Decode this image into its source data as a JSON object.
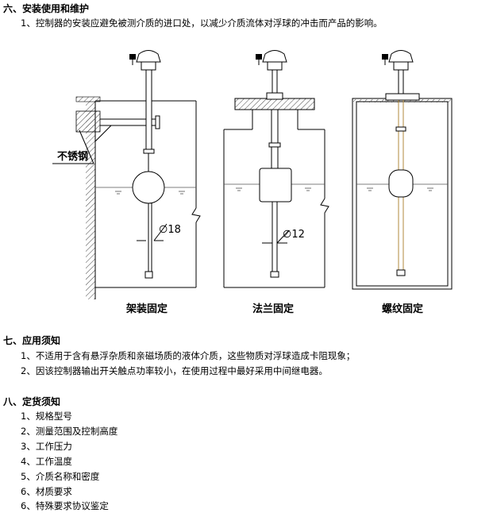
{
  "section6": {
    "title": "六、安装使用和维护",
    "items": [
      "1、控制器的安装应避免被测介质的进口处，以减少介质流体对浮球的冲击而产品的影响。"
    ]
  },
  "diagram": {
    "stainless_label": "不锈钢",
    "captions": [
      "架装固定",
      "法兰固定",
      "螺纹固定"
    ],
    "dims": [
      "∅18",
      "∅12"
    ]
  },
  "section7": {
    "title": "七、应用须知",
    "items": [
      "1、不适用于含有悬浮杂质和亲磁场质的液体介质，这些物质对浮球造成卡阻现象；",
      "2、因该控制器输出开关触点功率较小，在使用过程中最好采用中间继电器。"
    ]
  },
  "section8": {
    "title": "八、定货须知",
    "items": [
      "1、规格型号",
      "2、测量范围及控制高度",
      "3、工作压力",
      "4、工作温度",
      "5、介质名称和密度",
      "6、材质要求",
      "6、特殊要求协议鉴定"
    ]
  }
}
